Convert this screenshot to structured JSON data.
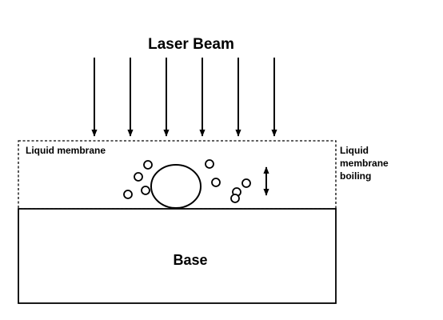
{
  "diagram": {
    "title": "Laser Beam",
    "liquid_label": "Liquid membrane",
    "boiling_label_lines": [
      "Liquid",
      "membrane",
      "boiling"
    ],
    "base_label": "Base",
    "arrow_count": 6,
    "small_bubble_count": 9,
    "colors": {
      "stroke": "#000000",
      "background": "#ffffff"
    }
  }
}
